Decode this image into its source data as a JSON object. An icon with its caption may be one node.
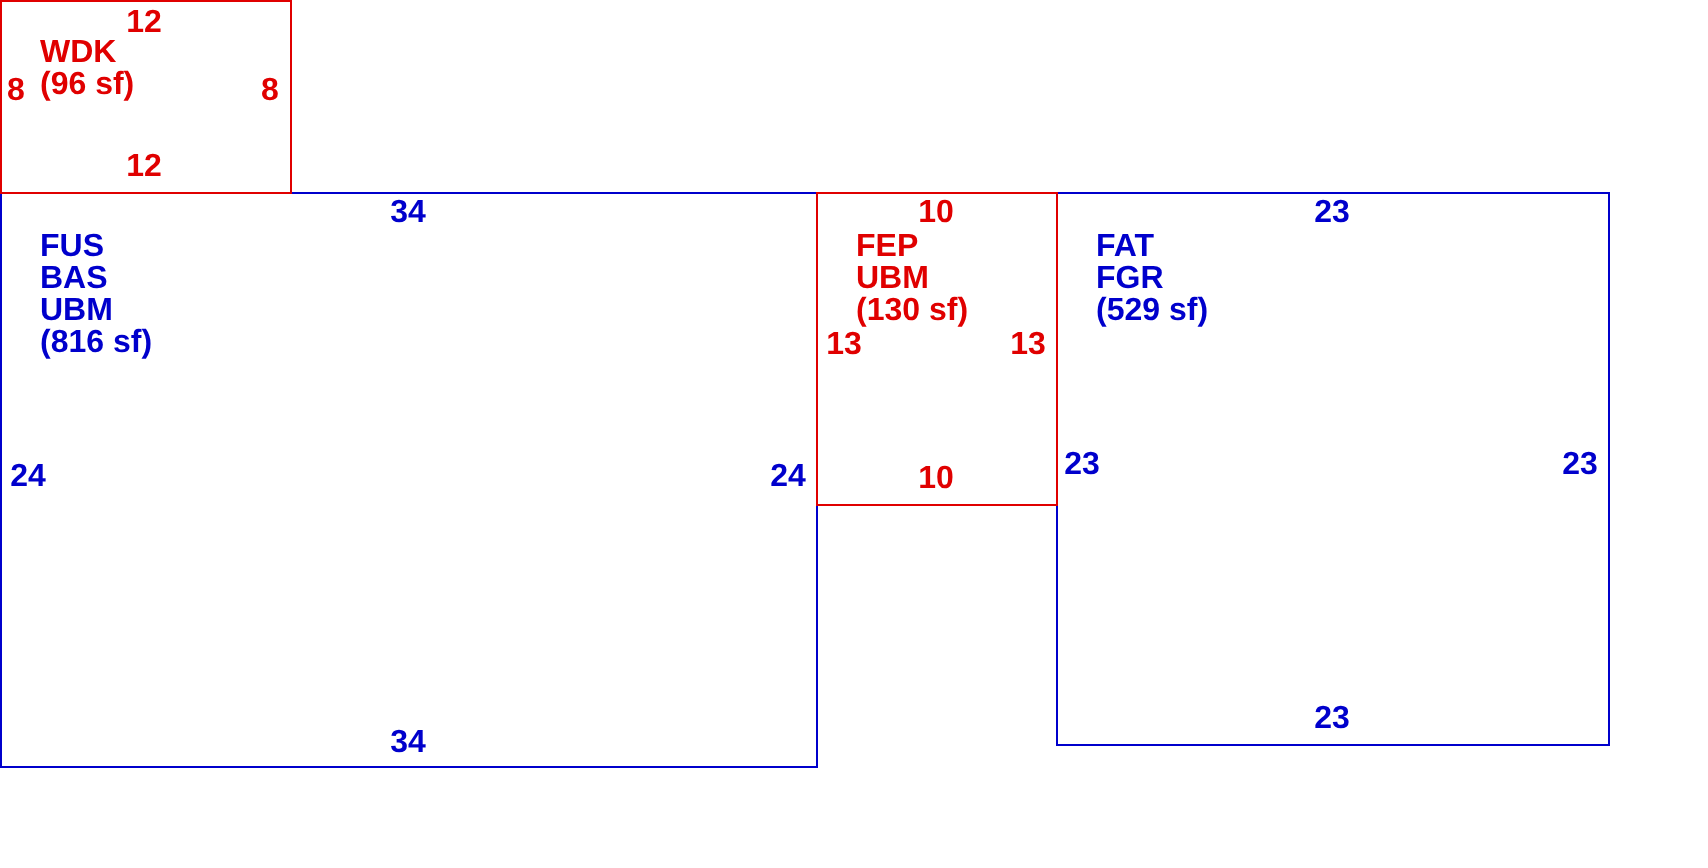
{
  "diagram": {
    "nodes": [
      {
        "text": [
          "WDK (96 sf)"
        ]
      },
      {
        "text": [
          "FUS BAS UBM (816 sf)"
        ]
      },
      {
        "text": [
          "FEP UBM (130 sf)"
        ]
      },
      {
        "text": [
          "FAT FGR (529 sf)"
        ]
      }
    ],
    "edges": [],
    "labels": [
      "12",
      "8",
      "8",
      "12",
      "34",
      "24",
      "24",
      "34",
      "10",
      "13",
      "13",
      "10",
      "23",
      "23",
      "23",
      "23"
    ]
  }
}
